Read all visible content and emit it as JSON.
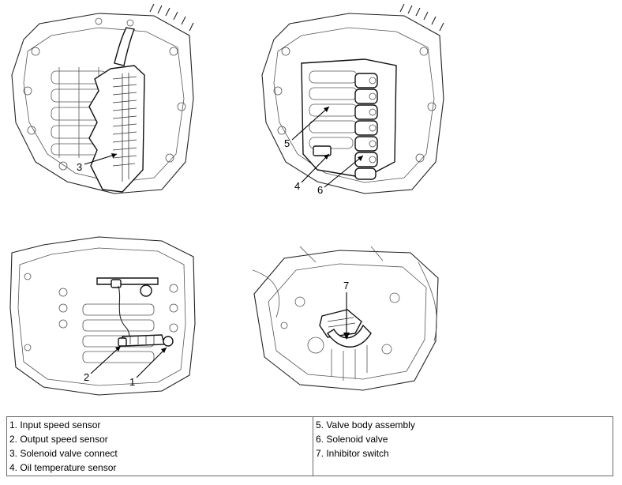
{
  "diagrams": [
    {
      "callouts": [
        "3"
      ]
    },
    {
      "callouts": [
        "5",
        "4",
        "6"
      ]
    },
    {
      "callouts": [
        "2",
        "1"
      ]
    },
    {
      "callouts": [
        "7"
      ]
    }
  ],
  "legend": {
    "left": [
      "1. Input speed sensor",
      "2. Output speed sensor",
      "3. Solenoid valve connect",
      "4. Oil temperature sensor"
    ],
    "right": [
      "5. Valve body assembly",
      "6. Solenoid valve",
      "7. Inhibitor switch"
    ]
  }
}
